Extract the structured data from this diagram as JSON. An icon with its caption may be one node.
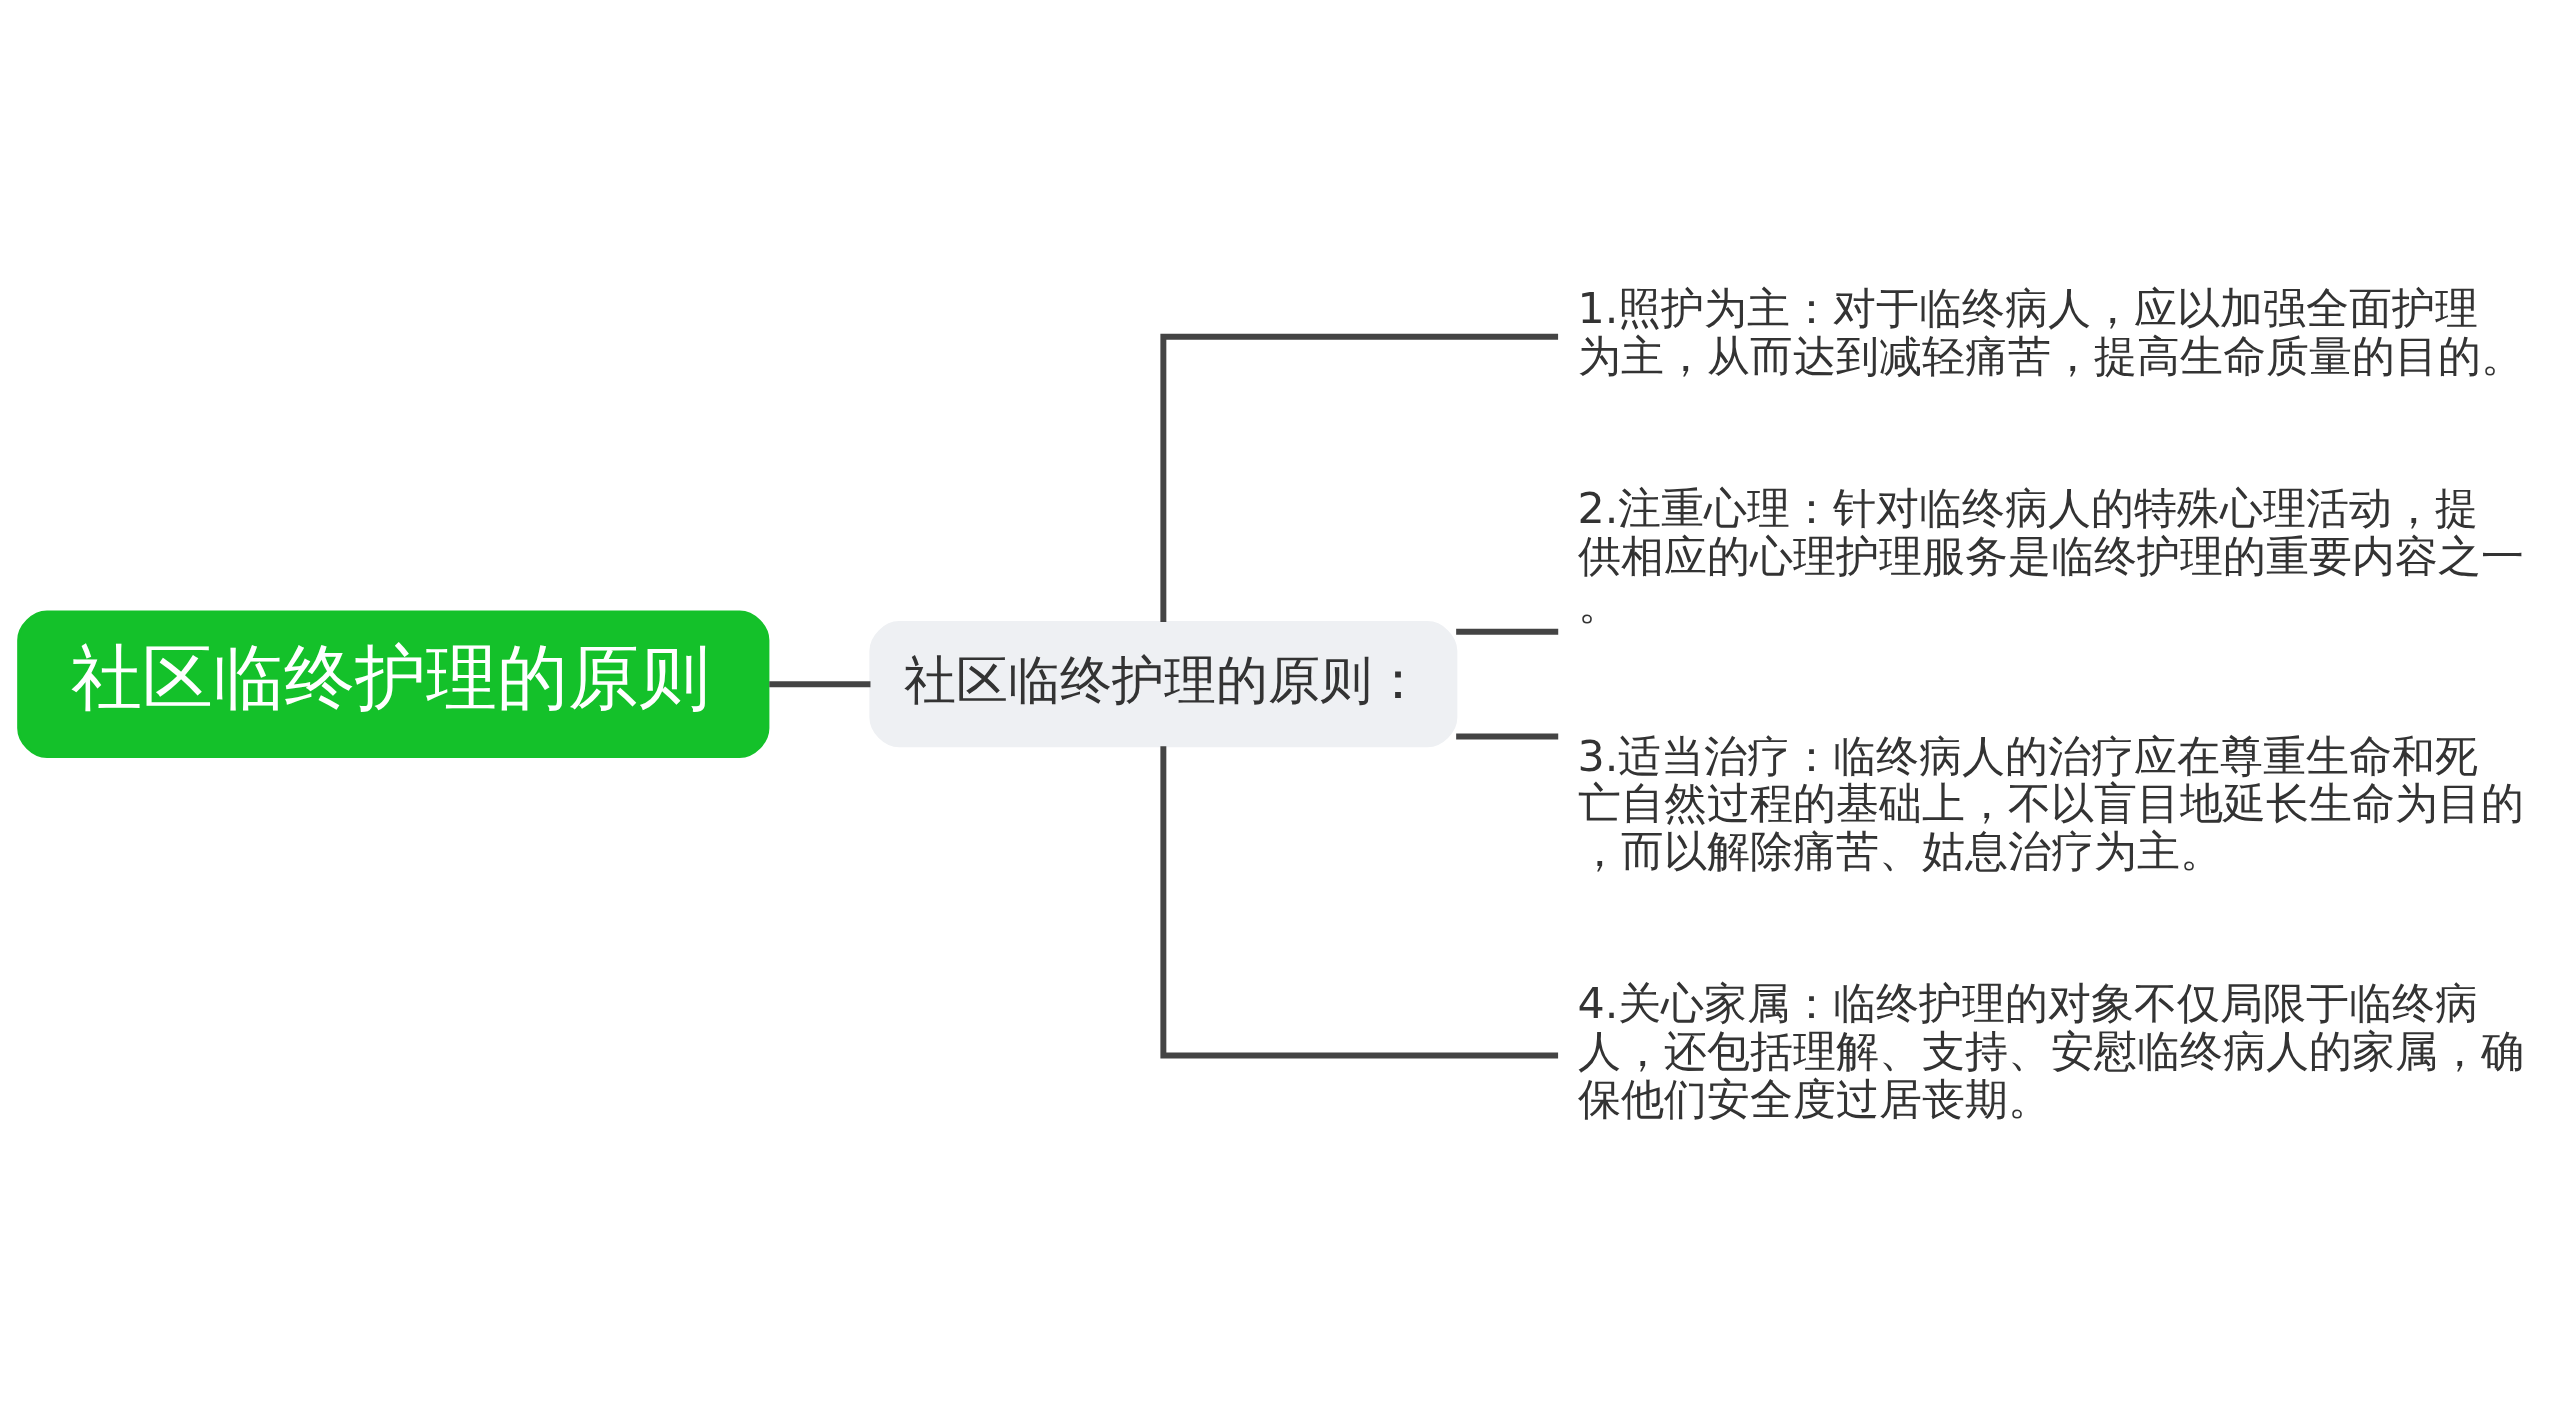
{
  "diagram": {
    "nodes": [
      {
        "text": [
          "社区临终护理的原则"
        ]
      },
      {
        "text": [
          "社区临终护理的原则："
        ]
      },
      {
        "text": [
          "1.照护为主：对于临终病人，应以加强全面护理为主，从而达到减轻痛苦，提高生命质量的目的。"
        ]
      },
      {
        "text": [
          "2.注重心理：针对临终病人的特殊心理活动，提供相应的心理护理服务是临终护理的重要内容之一。"
        ]
      },
      {
        "text": [
          "3.适当治疗：临终病人的治疗应在尊重生命和死亡自然过程的基础上，不以盲目地延长生命为目的，而以解除痛苦、姑息治疗为主。"
        ]
      },
      {
        "text": [
          "4.关心家属：临终护理的对象不仅局限于临终病人，还包括理解、支持、安慰临终病人的家属，确保他们安全度过居丧期。"
        ]
      }
    ],
    "edges": [
      {
        "from": 0,
        "to": 1,
        "arrow": "none"
      },
      {
        "from": 1,
        "to": 2,
        "arrow": "none"
      },
      {
        "from": 1,
        "to": 3,
        "arrow": "none"
      },
      {
        "from": 1,
        "to": 4,
        "arrow": "none"
      },
      {
        "from": 1,
        "to": 5,
        "arrow": "none"
      }
    ]
  }
}
